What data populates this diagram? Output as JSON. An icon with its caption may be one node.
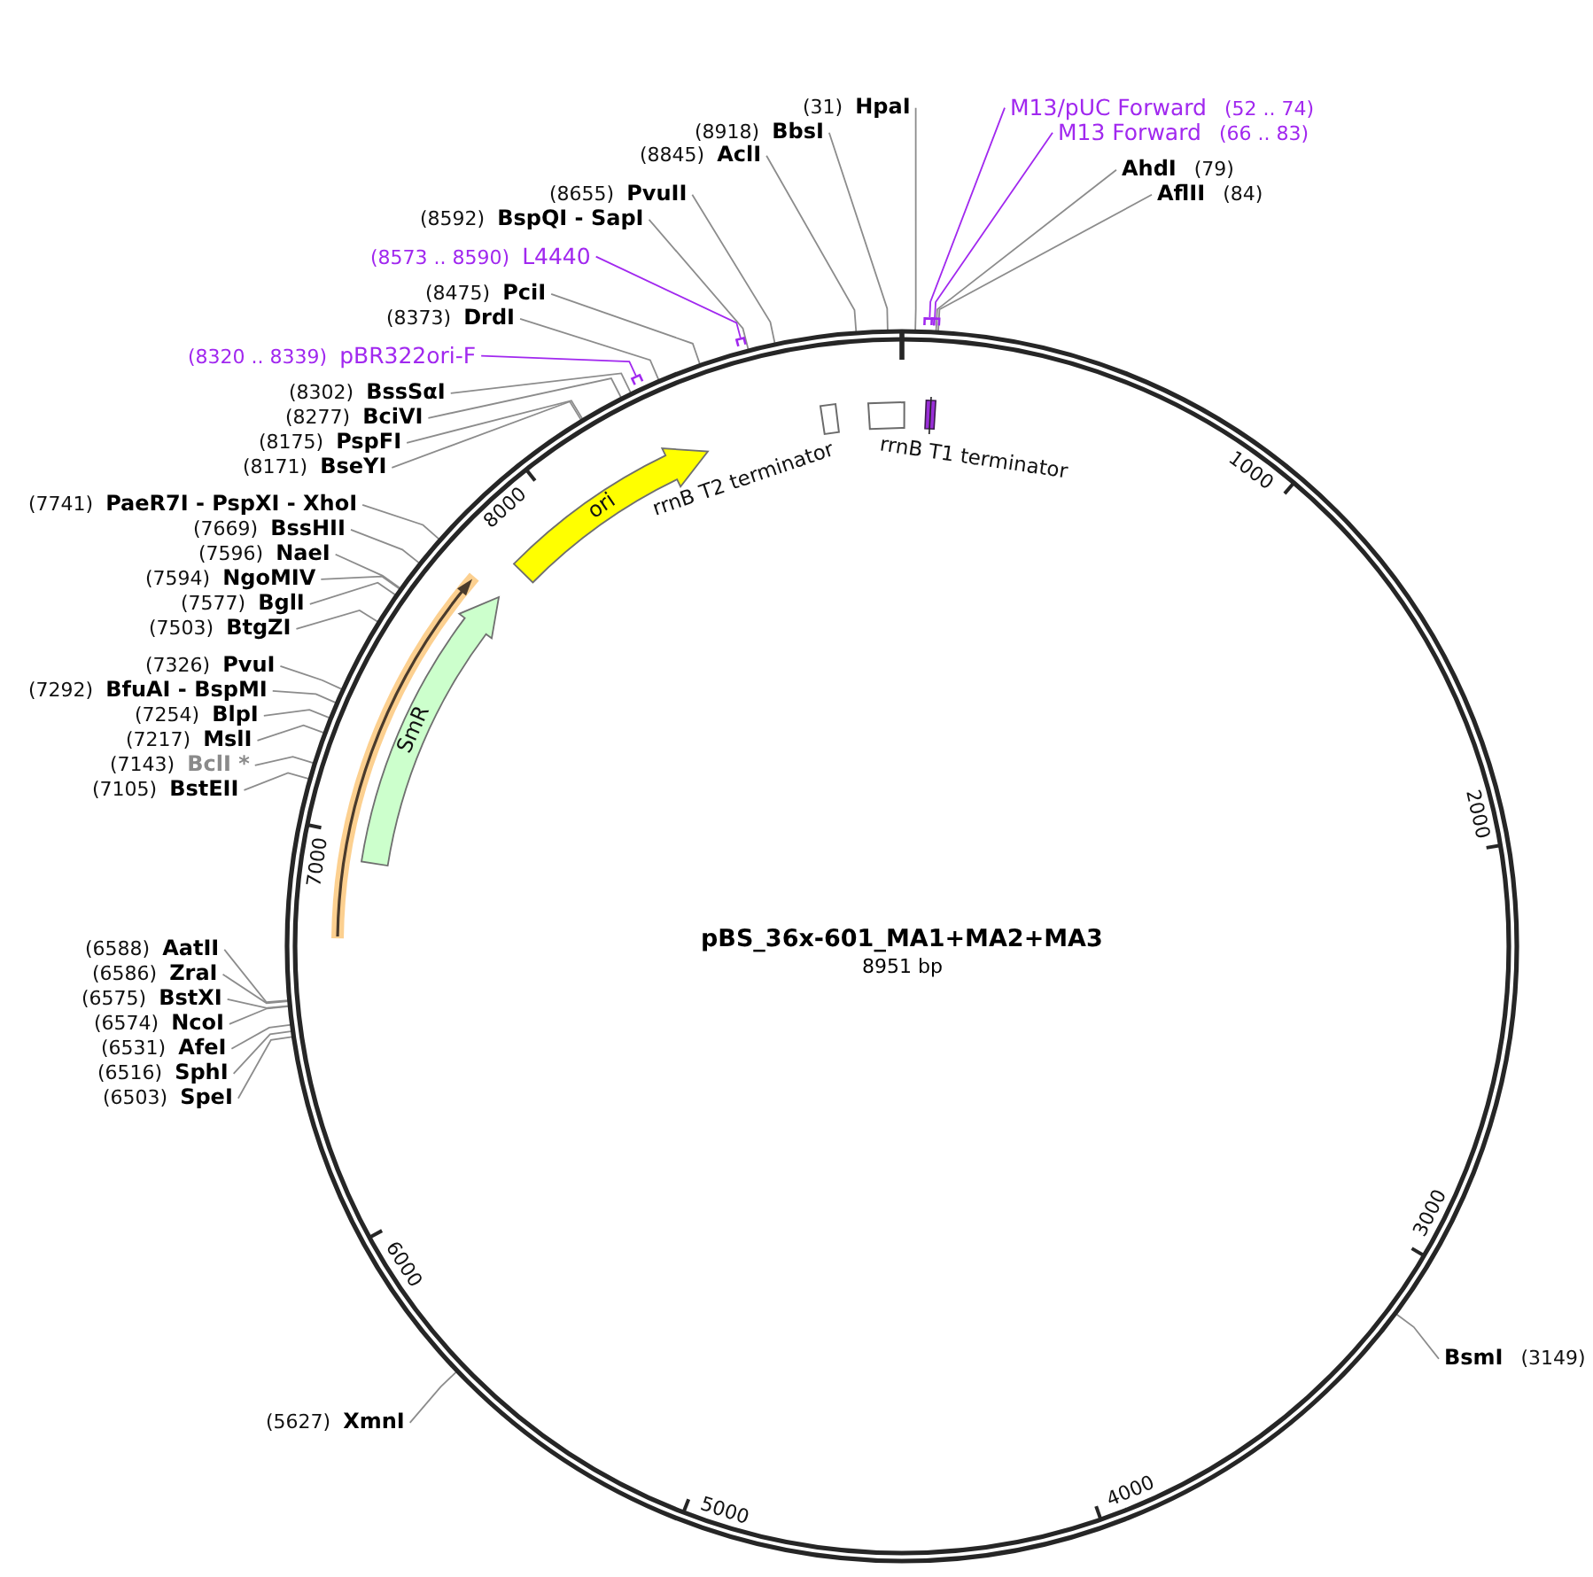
{
  "diagram": {
    "nodes": [
      {
        "text": [
          "pBS_36x-601_MA1+MA2+MA3",
          "8951 bp"
        ]
      },
      {
        "text": [
          "rrnB T2 terminator"
        ],
        "in": 0
      },
      {
        "text": [
          "rrnB T1 terminator"
        ],
        "in": 0
      },
      {
        "text": [],
        "shape": "bar",
        "in": 0
      },
      {
        "text": [
          "ori"
        ],
        "in": 0
      },
      {
        "text": [
          "SmR"
        ],
        "in": 0
      },
      {
        "text": [],
        "shape": "arrow",
        "in": 0
      },
      {
        "text": [
          "(31)",
          "HpaI"
        ]
      },
      {
        "text": [
          "M13/pUC Forward",
          "(52 .. 74)"
        ]
      },
      {
        "text": [
          "(8918)",
          "BbsI"
        ]
      },
      {
        "text": [
          "M13 Forward",
          "(66 .. 83)"
        ]
      },
      {
        "text": [
          "(8845)",
          "AclI"
        ]
      },
      {
        "text": [
          "AhdI",
          "(79)"
        ]
      },
      {
        "text": [
          "(8655)",
          "PvuII"
        ]
      },
      {
        "text": [
          "AflII",
          "(84)"
        ]
      },
      {
        "text": [
          "(8592)",
          "BspQI - SapI"
        ]
      },
      {
        "text": [
          "(8573 .. 8590)",
          "L4440"
        ]
      },
      {
        "text": [
          "(8475)",
          "PciI"
        ]
      },
      {
        "text": [
          "(8373)",
          "DrdI"
        ]
      },
      {
        "text": [
          "(8320 .. 8339)",
          "pBR322ori-F"
        ]
      },
      {
        "text": [
          "(8302)",
          "BssSαI"
        ]
      },
      {
        "text": [
          "(8277)",
          "BciVI"
        ]
      },
      {
        "text": [
          "(8175)",
          "PspFI"
        ]
      },
      {
        "text": [
          "(8171)",
          "BseYI"
        ]
      },
      {
        "text": [
          "(7741)",
          "PaeR7I - PspXI - XhoI"
        ]
      },
      {
        "text": [
          "(7669)",
          "BssHII"
        ]
      },
      {
        "text": [
          "(7596)",
          "NaeI"
        ]
      },
      {
        "text": [
          "(7594)",
          "NgoMIV"
        ]
      },
      {
        "text": [
          "(7577)",
          "BglI"
        ]
      },
      {
        "text": [
          "(7503)",
          "BtgZI"
        ]
      },
      {
        "text": [
          "(7326)",
          "PvuI"
        ]
      },
      {
        "text": [
          "(7292)",
          "BfuAI - BspMI"
        ]
      },
      {
        "text": [
          "(7254)",
          "BlpI"
        ]
      },
      {
        "text": [
          "(7217)",
          "MslI"
        ]
      },
      {
        "text": [
          "(7143)",
          "BclI *"
        ]
      },
      {
        "text": [
          "(7105)",
          "BstEII"
        ]
      },
      {
        "text": [
          "(6588)",
          "AatII"
        ]
      },
      {
        "text": [
          "(6586)",
          "ZraI"
        ]
      },
      {
        "text": [
          "(6575)",
          "BstXI"
        ]
      },
      {
        "text": [
          "(6574)",
          "NcoI"
        ]
      },
      {
        "text": [
          "(6531)",
          "AfeI"
        ]
      },
      {
        "text": [
          "(6516)",
          "SphI"
        ]
      },
      {
        "text": [
          "(6503)",
          "SpeI"
        ]
      },
      {
        "text": [
          "BsmI",
          "(3149)"
        ]
      },
      {
        "text": [
          "(5627)",
          "XmnI"
        ]
      },
      {
        "text": [],
        "shape": "bracket"
      },
      {
        "text": [],
        "shape": "bracket"
      },
      {
        "text": [],
        "shape": "bracket"
      },
      {
        "text": [],
        "shape": "bracket"
      }
    ],
    "edges": [
      {
        "from": 7,
        "to": 0,
        "arrow": "none"
      },
      {
        "from": 8,
        "to": 45,
        "arrow": "none",
        "color": "#a128ef"
      },
      {
        "from": 9,
        "to": 0,
        "arrow": "none"
      },
      {
        "from": 10,
        "to": 46,
        "arrow": "none",
        "color": "#a128ef"
      },
      {
        "from": 11,
        "to": 0,
        "arrow": "none"
      },
      {
        "from": 12,
        "to": 0,
        "arrow": "none"
      },
      {
        "from": 13,
        "to": 0,
        "arrow": "none"
      },
      {
        "from": 14,
        "to": 0,
        "arrow": "none"
      },
      {
        "from": 15,
        "to": 0,
        "arrow": "none"
      },
      {
        "from": 16,
        "to": 47,
        "arrow": "none",
        "color": "#a128ef"
      },
      {
        "from": 17,
        "to": 0,
        "arrow": "none"
      },
      {
        "from": 18,
        "to": 0,
        "arrow": "none"
      },
      {
        "from": 19,
        "to": 48,
        "arrow": "none",
        "color": "#a128ef"
      },
      {
        "from": 20,
        "to": 0,
        "arrow": "none"
      },
      {
        "from": 21,
        "to": 0,
        "arrow": "none"
      },
      {
        "from": 22,
        "to": 0,
        "arrow": "none"
      },
      {
        "from": 23,
        "to": 0,
        "arrow": "none"
      },
      {
        "from": 24,
        "to": 0,
        "arrow": "none"
      },
      {
        "from": 25,
        "to": 0,
        "arrow": "none"
      },
      {
        "from": 26,
        "to": 0,
        "arrow": "none"
      },
      {
        "from": 27,
        "to": 0,
        "arrow": "none"
      },
      {
        "from": 28,
        "to": 0,
        "arrow": "none"
      },
      {
        "from": 29,
        "to": 0,
        "arrow": "none"
      },
      {
        "from": 30,
        "to": 0,
        "arrow": "none"
      },
      {
        "from": 31,
        "to": 0,
        "arrow": "none"
      },
      {
        "from": 32,
        "to": 0,
        "arrow": "none"
      },
      {
        "from": 33,
        "to": 0,
        "arrow": "none"
      },
      {
        "from": 34,
        "to": 0,
        "arrow": "none"
      },
      {
        "from": 35,
        "to": 0,
        "arrow": "none"
      },
      {
        "from": 36,
        "to": 0,
        "arrow": "none"
      },
      {
        "from": 37,
        "to": 0,
        "arrow": "none"
      },
      {
        "from": 38,
        "to": 0,
        "arrow": "none"
      },
      {
        "from": 39,
        "to": 0,
        "arrow": "none"
      },
      {
        "from": 40,
        "to": 0,
        "arrow": "none"
      },
      {
        "from": 41,
        "to": 0,
        "arrow": "none"
      },
      {
        "from": 42,
        "to": 0,
        "arrow": "none"
      },
      {
        "from": 43,
        "to": 0,
        "arrow": "none"
      },
      {
        "from": 44,
        "to": 0,
        "arrow": "none"
      }
    ],
    "labels": [
      "1000",
      "2000",
      "3000",
      "4000",
      "5000",
      "6000",
      "7000",
      "8000"
    ]
  }
}
